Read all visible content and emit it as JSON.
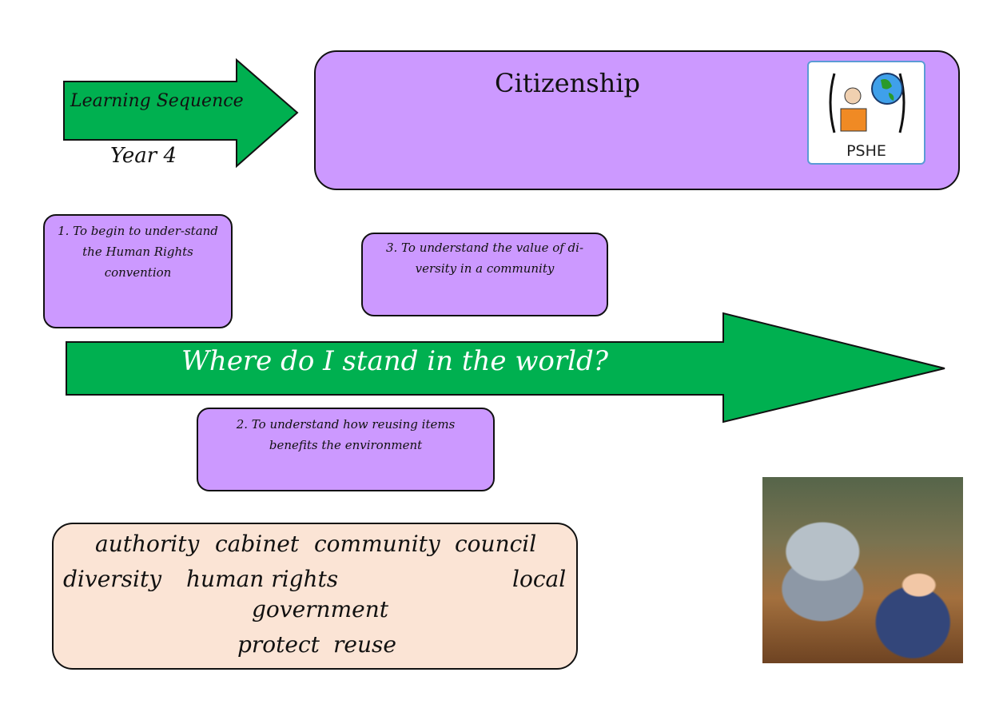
{
  "header": {
    "sequence_label": "Learning Sequence",
    "year_label": "Year 4",
    "subject_title": "Citizenship",
    "subject_icon_label": "PSHE"
  },
  "main_question": "Where do I stand in the world?",
  "objectives": [
    {
      "text": "1. To begin to under-stand the Human Rights convention"
    },
    {
      "text": "2. To understand how reusing items benefits the environment"
    },
    {
      "text": "3. To understand the value of di-versity in a community"
    }
  ],
  "vocabulary": [
    "authority",
    "cabinet",
    "community",
    "council",
    "diversity",
    "human rights",
    "local",
    "government",
    "protect",
    "reuse"
  ],
  "colors": {
    "purple": "#cc99ff",
    "green": "#00b050",
    "peach": "#fbe4d5"
  }
}
